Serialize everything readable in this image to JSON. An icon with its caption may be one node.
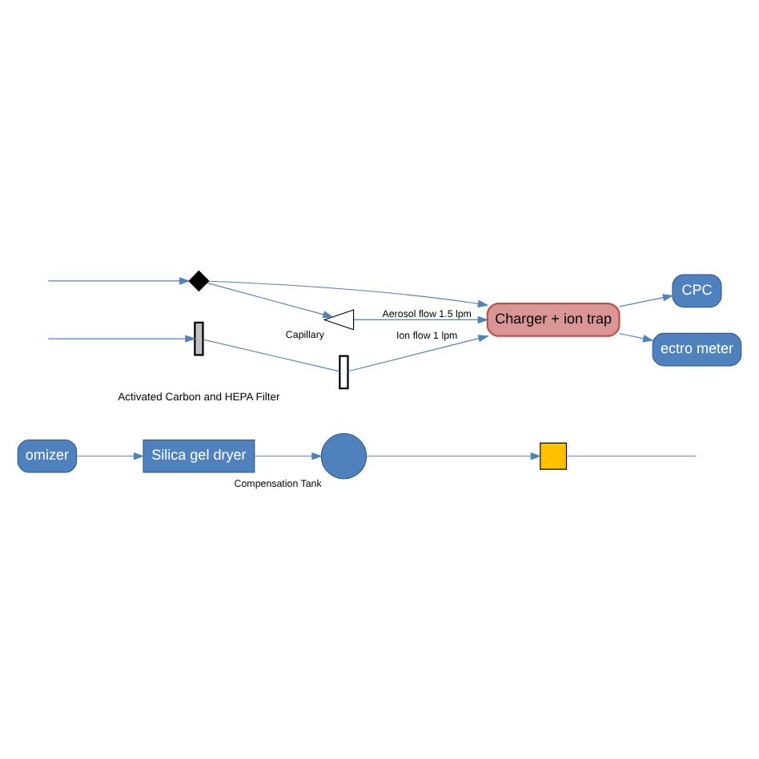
{
  "diagram": {
    "nodes": [
      {
        "text": [
          "omizer"
        ]
      },
      {
        "text": [
          "Silica gel dryer"
        ]
      },
      {
        "text": [
          "Compensation Tank"
        ]
      },
      {
        "text": [],
        "shape": "box"
      },
      {
        "text": [],
        "shape": "bar"
      },
      {
        "text": [],
        "shape": "bar"
      },
      {
        "text": [
          "Charger + ion trap"
        ]
      },
      {
        "text": [
          "Capillary"
        ]
      },
      {
        "text": [],
        "shape": "valve"
      },
      {
        "text": [
          "CPC"
        ]
      },
      {
        "text": [
          "ectro meter"
        ]
      }
    ],
    "edges": [
      {
        "from": 0,
        "to": 1,
        "arrow": "to"
      },
      {
        "from": 1,
        "to": 2,
        "arrow": "to"
      },
      {
        "from": 2,
        "to": 3,
        "arrow": "to"
      },
      {
        "from": 3,
        "to": null,
        "arrow": "none"
      },
      {
        "from": null,
        "to": 5,
        "arrow": "to"
      },
      {
        "from": 5,
        "to": 4,
        "arrow": "none"
      },
      {
        "from": 4,
        "to": 6,
        "arrow": "to",
        "label": "Ion flow 1 lpm"
      },
      {
        "from": null,
        "to": 8,
        "arrow": "to"
      },
      {
        "from": 8,
        "to": 7,
        "arrow": "to"
      },
      {
        "from": 7,
        "to": 6,
        "arrow": "to",
        "label": "Aerosol flow 1.5 lpm"
      },
      {
        "from": 8,
        "to": 6,
        "arrow": "to"
      },
      {
        "from": 6,
        "to": 9,
        "arrow": "to"
      },
      {
        "from": 6,
        "to": 10,
        "arrow": "to"
      }
    ],
    "labels": [
      "Activated Carbon and HEPA Filter"
    ]
  }
}
